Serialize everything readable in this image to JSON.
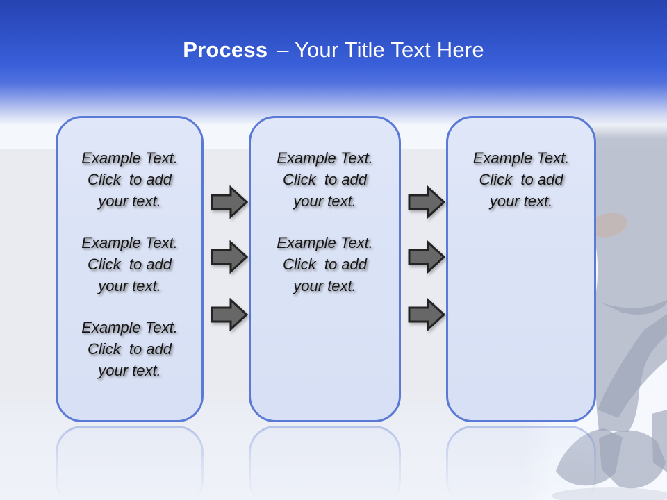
{
  "header": {
    "title_bold": "Process",
    "title_rest": "– Your Title Text Here"
  },
  "boxes": [
    {
      "id": "step-1",
      "paragraphs": [
        {
          "lines": [
            "Example Text.",
            "Click  to add",
            "your text."
          ]
        },
        {
          "lines": [
            "Example Text.",
            "Click  to add",
            "your text."
          ]
        },
        {
          "lines": [
            "Example Text.",
            "Click  to add",
            "your text."
          ]
        }
      ]
    },
    {
      "id": "step-2",
      "paragraphs": [
        {
          "lines": [
            "Example Text.",
            "Click  to add",
            "your text."
          ]
        },
        {
          "lines": [
            "Example Text.",
            "Click  to add",
            "your text."
          ]
        }
      ]
    },
    {
      "id": "step-3",
      "paragraphs": [
        {
          "lines": [
            "Example Text.",
            "Click  to add",
            "your text."
          ]
        }
      ]
    }
  ],
  "icons": {
    "connector": "arrow-right-icon"
  },
  "decor": {
    "photo_subject": "businessman in dark suit, washed out"
  },
  "colors": {
    "header_blue_dark": "#2743b1",
    "header_blue": "#3a60da",
    "box_fill": "#dbe3f6",
    "box_border": "#5b7ad6",
    "arrow_fill": "#676767",
    "arrow_outline": "#232323",
    "text": "#171717",
    "background_band_top": "#f4f7fc",
    "background_main": "#e9ebf1"
  }
}
